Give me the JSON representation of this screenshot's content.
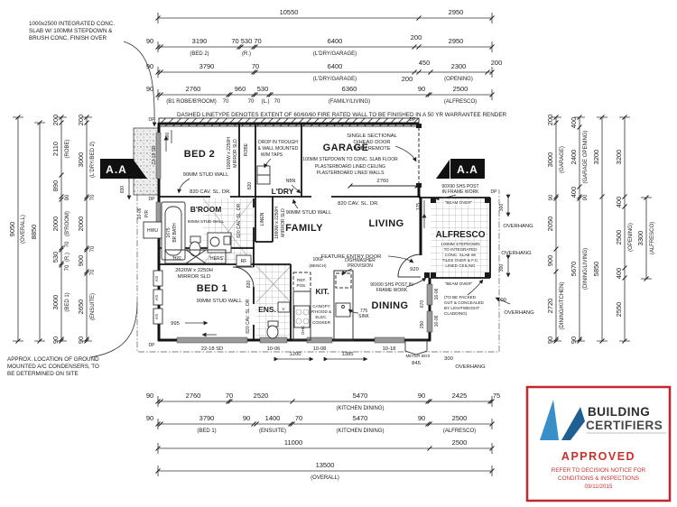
{
  "dims": {
    "t1": [
      "10550",
      "2950"
    ],
    "t2": [
      "90",
      "3190",
      "(BED 2)",
      "70 530 70",
      "(R.)",
      "6400",
      "(L'DRY/GARAGE)",
      "200",
      "2950"
    ],
    "t3": [
      "90",
      "3790",
      "70",
      "6400",
      "(L'DRY/GARAGE)",
      "200",
      "450",
      "2300",
      "(OPENING)",
      "200"
    ],
    "t4": [
      "90",
      "2760",
      "(B1 ROBE/B'ROOM)",
      "70",
      "960",
      "70",
      "530",
      "(L.)",
      "70",
      "6360",
      "(FAMILY/LIVING)",
      "90",
      "2500",
      "(ALFRESCO)"
    ],
    "l1": [
      "9050",
      "(OVERALL)"
    ],
    "l2": [
      "8850"
    ],
    "l3": [
      "200",
      "2110",
      "(ROBE)",
      "890",
      "90",
      "2000",
      "(B'ROOM)",
      "70",
      "530",
      "(R.)",
      "70",
      "3000",
      "(BED 1)",
      "90"
    ],
    "l4": [
      "200",
      "3000",
      "(L'DRY/BED 2)",
      "70",
      "2000",
      "70",
      "900",
      "70",
      "2650",
      "(ENSUITE)",
      "90"
    ],
    "r1": [
      "200",
      "3000",
      "(GARAGE)",
      "90",
      "2050",
      "900",
      "2720",
      "(DINING/KITCHEN)",
      "90"
    ],
    "r2": [
      "400",
      "2400",
      "(GARAGE OPENING)",
      "400",
      "90",
      "5670",
      "(DINING/LIVING)",
      "90"
    ],
    "r3": [
      "3200",
      "5850"
    ],
    "r4": [
      "3200",
      "400",
      "2500",
      "(OPENING)",
      "400",
      "2550"
    ],
    "r5": [
      "3300",
      "(ALFRESCO)"
    ],
    "b1": [
      "90",
      "2760",
      "70",
      "2520",
      "5470",
      "(KITCHEN DINING)",
      "90",
      "2425",
      "75"
    ],
    "b2": [
      "90",
      "3790",
      "(BED 1)",
      "90",
      "1400",
      "(ENSUITE)",
      "70",
      "5470",
      "(KITCHEN DINING)",
      "90",
      "2500",
      "(ALFRESCO)"
    ],
    "b3": [
      "11000",
      "2500"
    ],
    "b4": [
      "13500",
      "(OVERALL)"
    ]
  },
  "rooms": {
    "bed2": "BED 2",
    "robe": "ROBE",
    "garage": "GARAGE",
    "ldry": "L'DRY",
    "broom": "B'ROOM",
    "linen": "LINEN",
    "family": "FAMILY",
    "living": "LIVING",
    "alfresco": "ALFRESCO",
    "ens": "ENS.",
    "bed1": "BED 1",
    "kit": "KIT.",
    "dining": "DINING"
  },
  "lbl": {
    "stud_wall": "90MM STUD WALL",
    "cav": "820 CAV. SL. DR.",
    "d820": "820",
    "d920": "920",
    "d995": "995",
    "d600": "600",
    "d830": "830",
    "d175": "175",
    "d670": "670",
    "d250": "250",
    "d300": "300",
    "d100": "100",
    "d2760": "2760",
    "d1060": "1060",
    "bench": "(BENCH)",
    "d1200": "1200",
    "d1385": "1385",
    "d845": "845",
    "meter": "METER BOX",
    "overhang": "OVERHANG",
    "mirror1900": "1900W x 2250H",
    "mirror1860": "1860W x 2250H",
    "mirror2620": "2620W x 2250H",
    "mirror_sld": "MIRROR SLD",
    "his": "'HIS'",
    "hers": "'HERS'",
    "bath1": "1675",
    "bath2": "BR BATH",
    "nbn": "NBN",
    "hwu": "HWU",
    "pr": "P/R",
    "dp": "DP",
    "rf": "RF",
    "ohc": "OHC",
    "v": "V",
    "as": "AS",
    "w2218": "22-18 SD",
    "w1006": "10-06",
    "w1008": "10-08",
    "w1018": "10-18",
    "w1606": "16-06",
    "drop1": "DROP IN TROUGH",
    "drop2": "& WALL MOUNTED",
    "drop3": "W/M TAPS",
    "sec1": "SINGLE SECTIONAL",
    "sec2": "O/HEAD DOOR",
    "sec3": "WITH REMOTE",
    "gar1": "100MM STEPDOWN TO CONC. SLAB FLOOR",
    "gar2": "PLASTERBOARD LINED CEILING",
    "gar3": "PLASTERBOARD LINED WALLS",
    "post1": "90X90 SHS POST",
    "post2": "IN FRAME WORK",
    "post3": "90X90 SHS POST IN",
    "post4": "FRAME WORK",
    "beam": "\"BEAM OVER\"",
    "alf1": "100MM STEPDOWN",
    "alf2": "TO INTEGRATED",
    "alf3": "CONC. SLAB W/",
    "alf4": "TILES OVER & F.C.",
    "alf5": "LINED CEILING",
    "pack1": "(TO BE PACKED",
    "pack2": "OUT & CONCEALED",
    "pack3": "BY LIGHTWEIGHT",
    "pack4": "CLADDING)",
    "entry": "FEATURE ENTRY DOOR",
    "dw1": "DISHWASHER",
    "dw2": "PROVISION",
    "ref1": "REF.",
    "ref2": "POS.",
    "can1": "CANOPY",
    "can2": "R'HOOD &",
    "can3": "ELEC.",
    "can4": "COOKER",
    "sink1": "775",
    "sink2": "SINK"
  },
  "notes": {
    "fire": "DASHED LINETYPE DENOTES EXTENT OF 60/60/60 FIRE RATED WALL TO BE FINISHED IN A 50 YR WARRANTEE RENDER",
    "slab": [
      "1000x2500 INTEGRATED CONC.",
      "SLAB W/ 100MM STEPDOWN &",
      "BRUSH CONC. FINISH OVER"
    ],
    "ac": [
      "APPROX. LOCATION OF GROUND",
      "MOUNTED A/C CONDENSERS, TO",
      "BE DETERMINED ON SITE"
    ]
  },
  "marker": {
    "aa": "A.A"
  },
  "stamp": {
    "brand1": "BUILDING",
    "brand2": "CERTIFIERS",
    "approved": "APPROVED",
    "line1": "REFER TO DECISION NOTICE FOR",
    "line2": "CONDITIONS & INSPECTIONS",
    "date": "03/11/2015",
    "accent": "#c1272d",
    "logo_blue": "#3a8fc9",
    "logo_dark": "#1e5f94"
  }
}
